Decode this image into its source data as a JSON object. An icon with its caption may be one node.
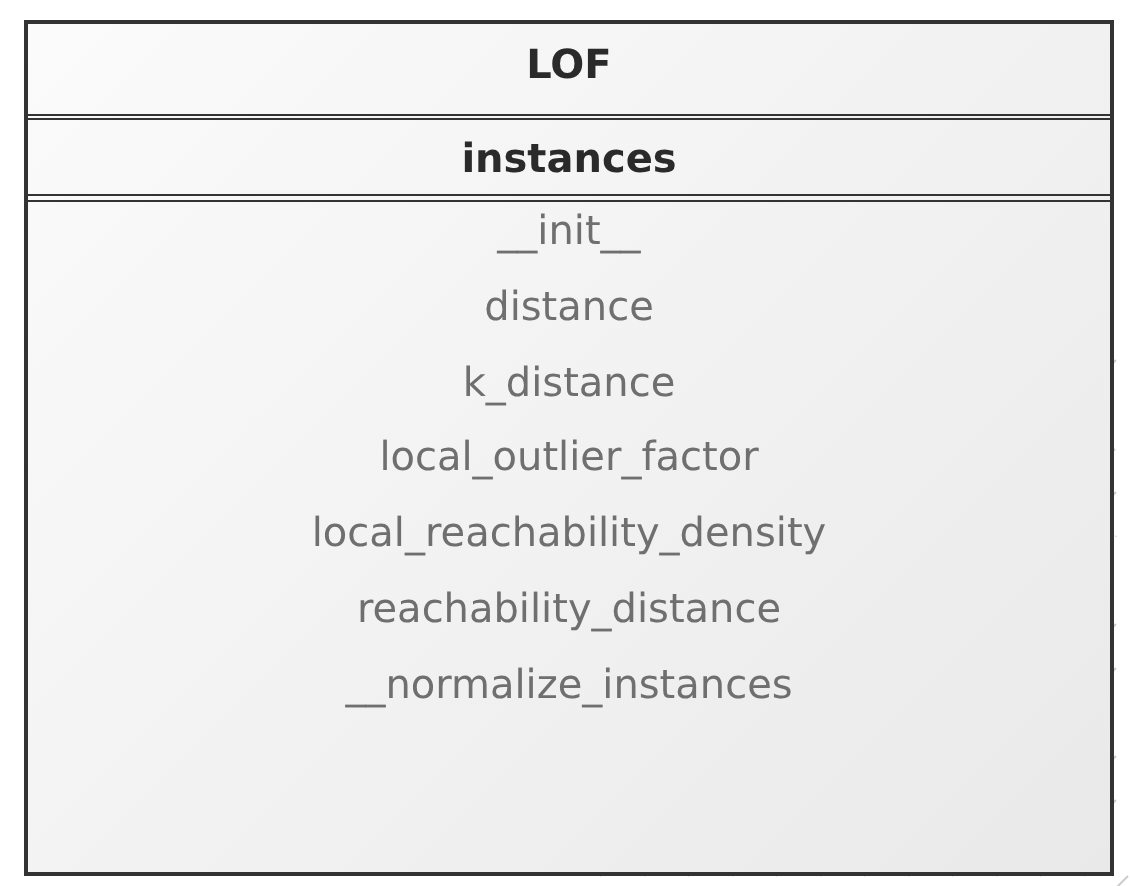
{
  "diagram": {
    "nodes": [
      {
        "text": [
          "LOF"
        ]
      },
      {
        "text": [
          "instances"
        ],
        "in": 0
      },
      {
        "text": [
          "__init__",
          "distance",
          "k_distance",
          "local_outlier_factor",
          "local_reachability_density",
          "reachability_distance",
          "__normalize_instances"
        ],
        "in": 0
      }
    ]
  }
}
